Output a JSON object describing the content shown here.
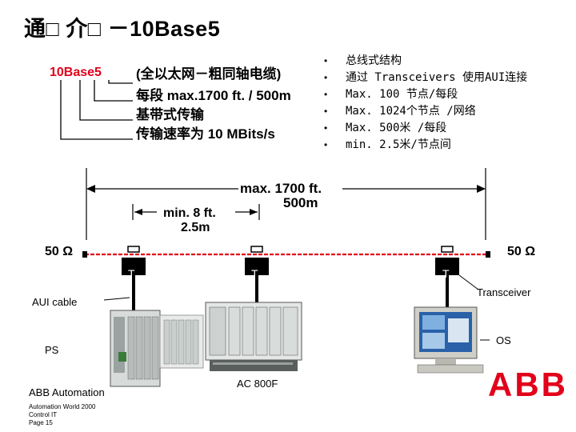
{
  "slide": {
    "title": "通□ 介□ －10Base5",
    "label_10base5": "10Base5",
    "desc": [
      "(全以太网－粗同轴电缆)",
      "每段 max.1700 ft. / 500m",
      "基带式传输",
      "传输速率为 10 MBits/s"
    ],
    "bullets": [
      "总线式结构",
      "通过 Transceivers 使用AUI连接",
      "Max. 100 节点/每段",
      "Max. 1024个节点 /网络",
      "Max. 500米 /每段",
      "min. 2.5米/节点间"
    ],
    "max_length": "max.  1700 ft.",
    "max_length_m": "500m",
    "min_length": "min. 8 ft.",
    "min_length_m": "2.5m",
    "terminator_left": "50 Ω",
    "terminator_right": "50 Ω",
    "tap_labels": [
      "T",
      "T",
      "T"
    ],
    "transceiver_label": "Transceiver",
    "aui_cable_label": "AUI cable",
    "ps_label": "PS",
    "os_label": "OS",
    "ac800f_label": "AC 800F",
    "footer_company": "ABB Automation",
    "footer_lines": [
      "Automation World 2000",
      "Control IT",
      "Page 15"
    ],
    "logo_text": "ABB",
    "colors": {
      "bus": "#e2001a",
      "logo": "#e2001a",
      "cable": "#000000"
    }
  }
}
